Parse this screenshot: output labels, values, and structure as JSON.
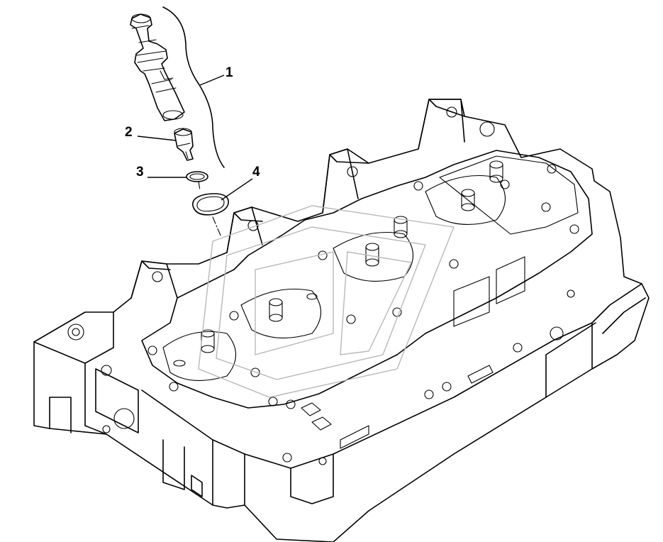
{
  "callouts": [
    {
      "label": "1"
    },
    {
      "label": "2"
    },
    {
      "label": "3"
    },
    {
      "label": "4"
    }
  ],
  "colors": {
    "line": "#000000",
    "background": "#ffffff",
    "watermark": "#b8b8b8"
  }
}
